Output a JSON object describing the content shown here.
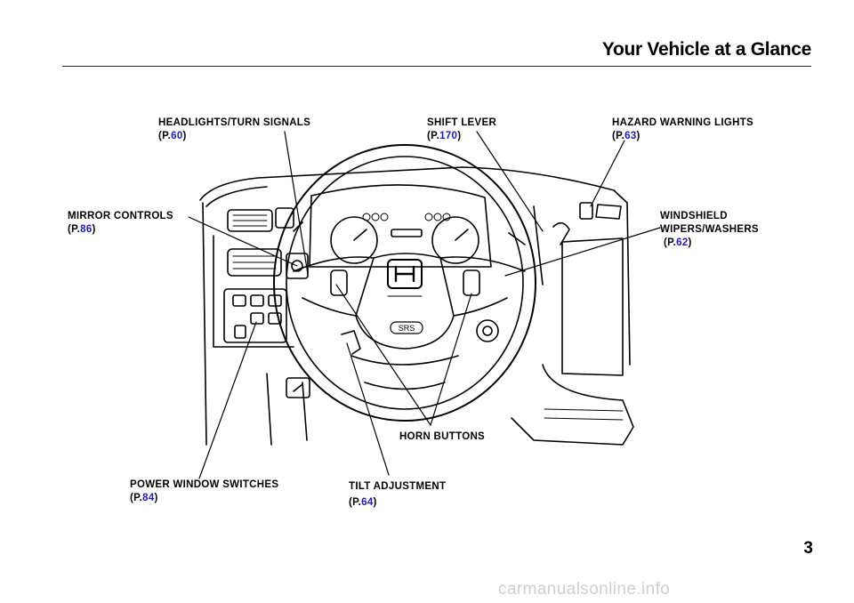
{
  "header": {
    "title": "Your Vehicle at a Glance"
  },
  "callouts": {
    "headlights": {
      "name": "HEADLIGHTS/TURN SIGNALS",
      "ref_prefix": "(P.",
      "ref_page": "60",
      "ref_suffix": ")"
    },
    "shift_lever": {
      "name": "SHIFT LEVER",
      "ref_prefix": "(P.",
      "ref_page": "170",
      "ref_suffix": ")"
    },
    "hazard": {
      "name": "HAZARD WARNING LIGHTS",
      "ref_prefix": "(P.",
      "ref_page": "63",
      "ref_suffix": ")"
    },
    "mirror": {
      "name": "MIRROR CONTROLS",
      "ref_prefix": "(P.",
      "ref_page": "86",
      "ref_suffix": ")"
    },
    "wipers": {
      "name_line1": "WINDSHIELD",
      "name_line2": "WIPERS/WASHERS",
      "ref_prefix": "(P.",
      "ref_page": "62",
      "ref_suffix": ")"
    },
    "horn": {
      "name": "HORN BUTTONS"
    },
    "windows": {
      "name": "POWER WINDOW SWITCHES",
      "ref_prefix": "(P.",
      "ref_page": "84",
      "ref_suffix": ")"
    },
    "tilt": {
      "name": "TILT ADJUSTMENT",
      "ref_prefix": "(P.",
      "ref_page": "64",
      "ref_suffix": ")"
    }
  },
  "illustration": {
    "airbag_label": "SRS"
  },
  "page_number": "3",
  "watermark": "carmanualsonline.info"
}
